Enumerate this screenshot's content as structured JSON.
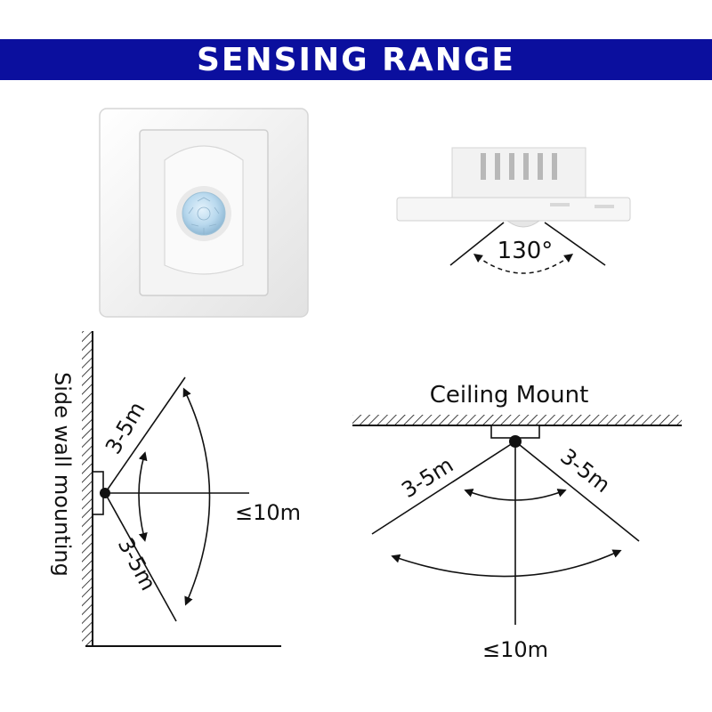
{
  "banner": {
    "title": "SENSING RANGE",
    "color": "#0b0f9e"
  },
  "device_top": {
    "angle_label": "130°"
  },
  "side_wall": {
    "caption": "Side wall mounting",
    "upper_distance": "3-5m",
    "lower_distance": "3-5m",
    "max_distance": "≤10m"
  },
  "ceiling": {
    "caption": "Ceiling Mount",
    "left_distance": "3-5m",
    "right_distance": "3-5m",
    "max_distance": "≤10m"
  },
  "colors": {
    "lens": "#b9d9ee",
    "plate": "#f2f2f2",
    "line": "#111111"
  }
}
